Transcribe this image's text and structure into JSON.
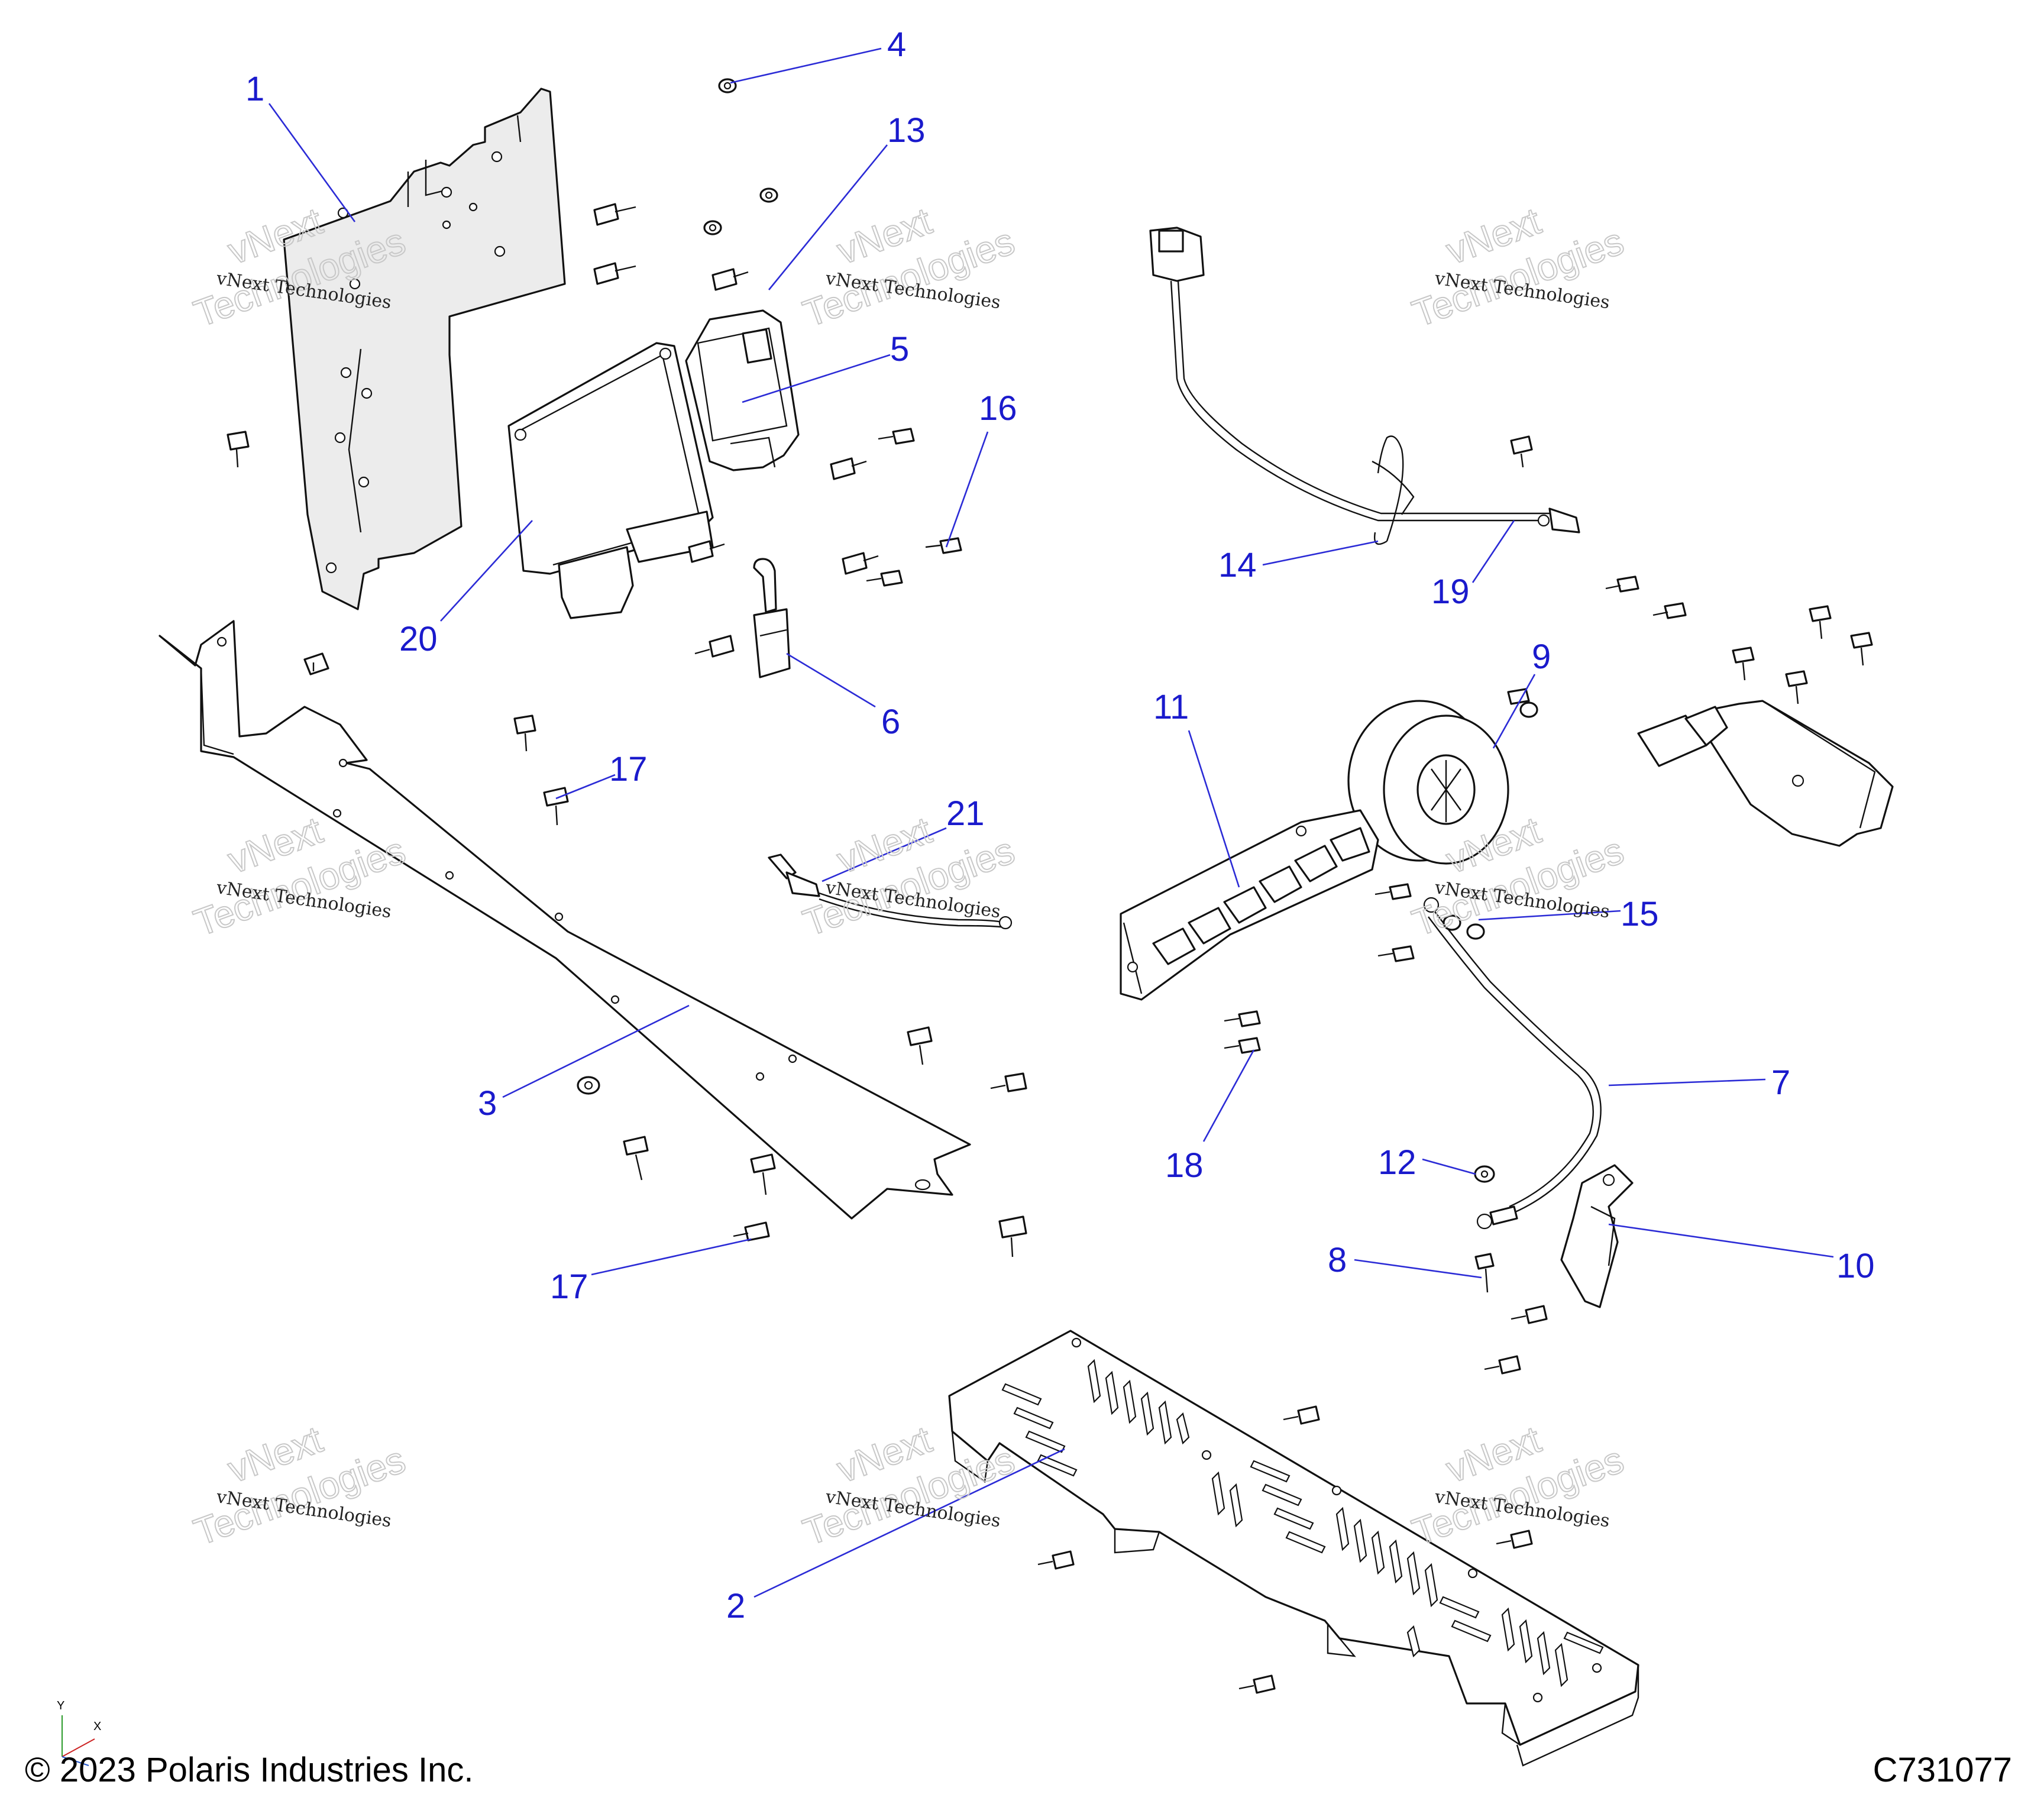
{
  "callouts": [
    {
      "id": "c1",
      "label": "1"
    },
    {
      "id": "c2",
      "label": "2"
    },
    {
      "id": "c3",
      "label": "3"
    },
    {
      "id": "c4",
      "label": "4"
    },
    {
      "id": "c5",
      "label": "5"
    },
    {
      "id": "c6",
      "label": "6"
    },
    {
      "id": "c7",
      "label": "7"
    },
    {
      "id": "c8",
      "label": "8"
    },
    {
      "id": "c9",
      "label": "9"
    },
    {
      "id": "c10",
      "label": "10"
    },
    {
      "id": "c11",
      "label": "11"
    },
    {
      "id": "c12",
      "label": "12"
    },
    {
      "id": "c13",
      "label": "13"
    },
    {
      "id": "c14",
      "label": "14"
    },
    {
      "id": "c15",
      "label": "15"
    },
    {
      "id": "c16",
      "label": "16"
    },
    {
      "id": "c17a",
      "label": "17"
    },
    {
      "id": "c17b",
      "label": "17"
    },
    {
      "id": "c18",
      "label": "18"
    },
    {
      "id": "c19",
      "label": "19"
    },
    {
      "id": "c20",
      "label": "20"
    },
    {
      "id": "c21",
      "label": "21"
    }
  ],
  "watermark": {
    "line1": "vNext Technologies",
    "line2": "vNext",
    "line3": "Technologies"
  },
  "axis_triad": {
    "y_label": "Y",
    "x_label": "X"
  },
  "footer": {
    "copyright": "© 2023 Polaris Industries Inc.",
    "drawing_number": "C731077"
  }
}
